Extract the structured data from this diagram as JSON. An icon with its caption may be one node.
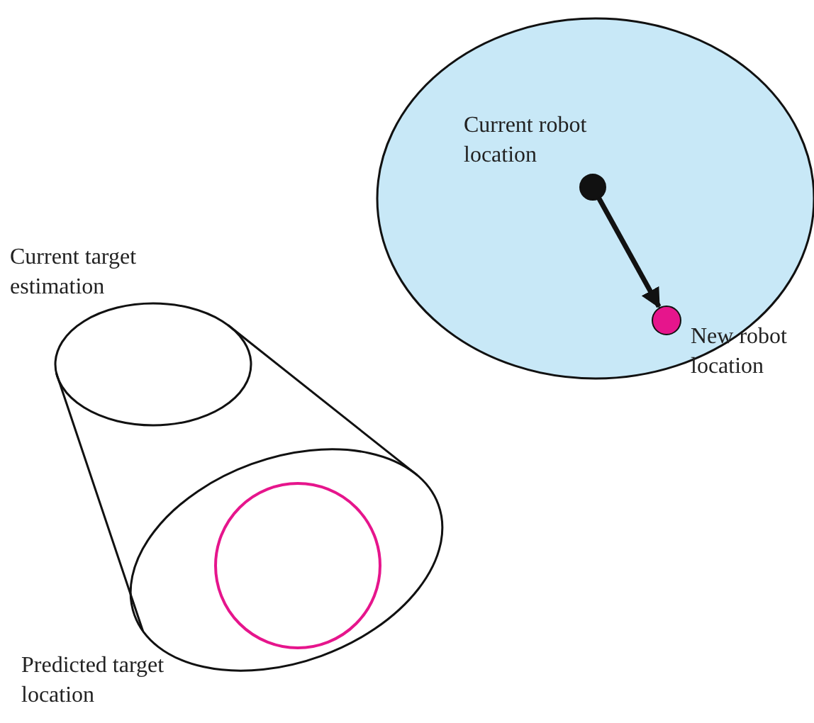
{
  "diagram": {
    "nodes": [
      {
        "text": [],
        "shape": "ellipse"
      },
      {
        "text": [],
        "shape": "circle",
        "in": 0,
        "beside": [
          "Current robot location"
        ]
      },
      {
        "text": [],
        "shape": "circle",
        "in": 0,
        "beside": [
          "New robot location"
        ]
      },
      {
        "text": [],
        "shape": "ellipse",
        "beside": [
          "Current target estimation"
        ]
      },
      {
        "text": [],
        "shape": "ellipse"
      },
      {
        "text": [],
        "shape": "circle",
        "in": 4,
        "beside": [
          "Predicted target location"
        ]
      }
    ],
    "edges": [
      {
        "from": 1,
        "to": 2,
        "arrow": "to",
        "style": "thick"
      },
      {
        "from": 3,
        "to": 4,
        "arrow": "none"
      }
    ]
  }
}
